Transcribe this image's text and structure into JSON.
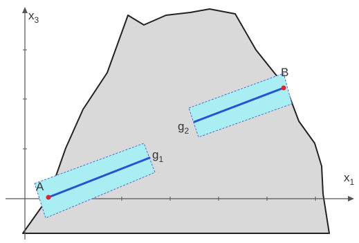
{
  "axes": {
    "x1": {
      "base": "x",
      "sub": "1"
    },
    "x3": {
      "base": "x",
      "sub": "3"
    }
  },
  "points": {
    "A": {
      "label": "A"
    },
    "B": {
      "label": "B"
    }
  },
  "lines": {
    "g1": {
      "base": "g",
      "sub": "1"
    },
    "g2": {
      "base": "g",
      "sub": "2"
    }
  },
  "colors": {
    "region_fill": "#d9d9d9",
    "region_stroke": "#222222",
    "band_fill": "#a9eef2",
    "band_stroke": "#4a6fe0",
    "segment": "#2255d6",
    "point": "#e8202a",
    "axis": "#555555"
  }
}
